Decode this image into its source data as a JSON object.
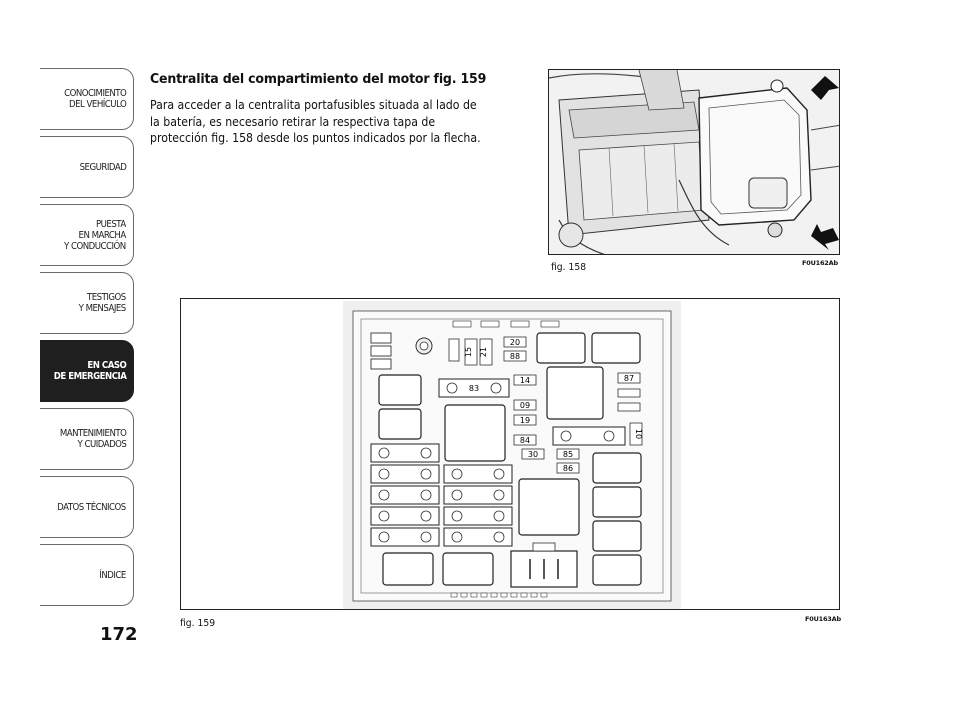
{
  "sidebar": {
    "tabs": [
      {
        "label": "CONOCIMIENTO\nDEL VEHÍCULO",
        "active": false
      },
      {
        "label": "SEGURIDAD",
        "active": false
      },
      {
        "label": "PUESTA\nEN MARCHA\nY CONDUCCIÓN",
        "active": false
      },
      {
        "label": "TESTIGOS\nY MENSAJES",
        "active": false
      },
      {
        "label": "EN CASO\nDE EMERGENCIA",
        "active": true
      },
      {
        "label": "MANTENIMIENTO\nY CUIDADOS",
        "active": false
      },
      {
        "label": "DATOS TÉCNICOS",
        "active": false
      },
      {
        "label": "ÍNDICE",
        "active": false
      }
    ]
  },
  "page_number": "172",
  "section": {
    "title": "Centralita del compartimiento del motor fig. 159",
    "body": "Para acceder a la centralita portafusibles situada al lado de la batería, es necesario retirar la respectiva tapa de protección fig. 158 desde los puntos indicados por la flecha."
  },
  "figures": {
    "fig158": {
      "caption": "fig. 158",
      "code": "F0U162Ab"
    },
    "fig159": {
      "caption": "fig. 159",
      "code": "F0U163Ab",
      "fuse_labels": {
        "f15": "15",
        "f21": "21",
        "f20": "20",
        "f88": "88",
        "f83": "83",
        "f14": "14",
        "f09": "09",
        "f19": "19",
        "f84": "84",
        "f30": "30",
        "f85": "85",
        "f86": "86",
        "f87": "87",
        "f10": "10"
      }
    }
  },
  "colors": {
    "active_tab": "#1f1f1f",
    "border": "#6a6a6a",
    "diagram_bg": "#efefef"
  }
}
